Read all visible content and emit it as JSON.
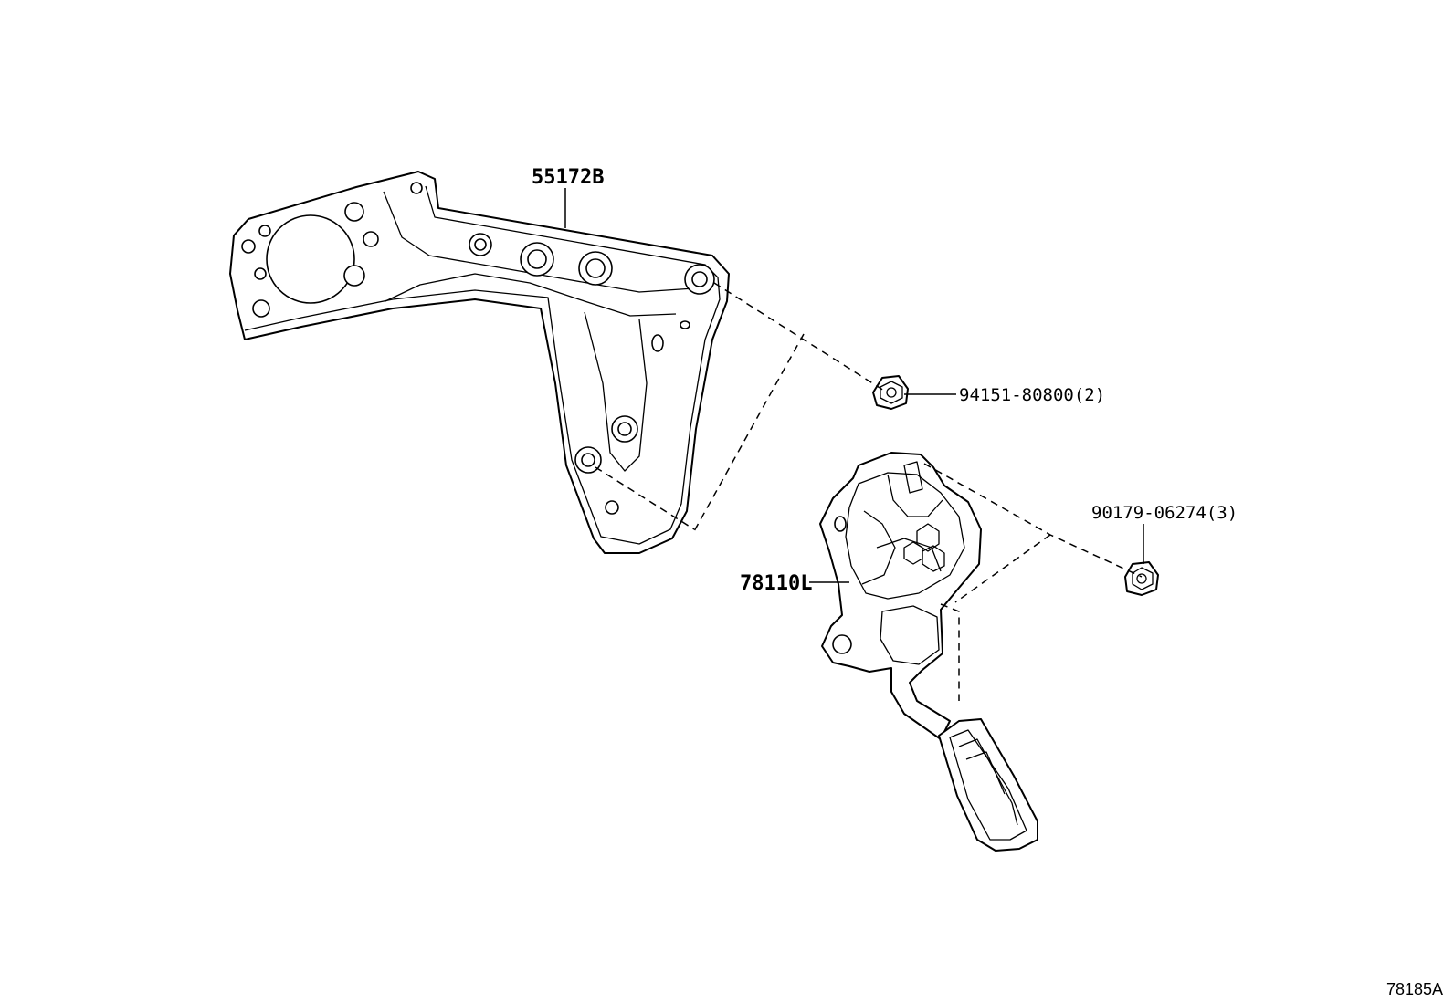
{
  "labels": {
    "bracket": "55172B",
    "nut_upper": "94151-80800(2)",
    "nut_lower": "90179-06274(3)",
    "pedal": "78110L"
  },
  "figure_ref": "78185A"
}
